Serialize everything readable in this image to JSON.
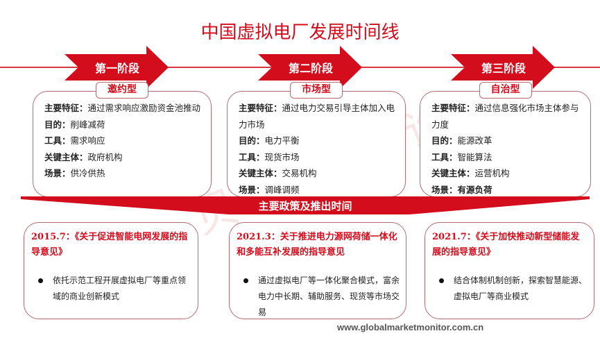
{
  "title": "中国虚拟电厂发展时间线",
  "stages": [
    {
      "name": "第一阶段",
      "type": "邀约型",
      "rows": [
        {
          "label": "主要特征：",
          "value": "通过需求响应激励资金池推动"
        },
        {
          "label": "目的：",
          "value": "削峰减荷"
        },
        {
          "label": "工具：",
          "value": "需求响应"
        },
        {
          "label": "关键主体：",
          "value": "政府机构"
        },
        {
          "label": "场景：",
          "value": "供冷供热"
        }
      ]
    },
    {
      "name": "第二阶段",
      "type": "市场型",
      "rows": [
        {
          "label": "主要特征：",
          "value": "通过电力交易引导主体加入电力市场"
        },
        {
          "label": "目的：",
          "value": "电力平衡"
        },
        {
          "label": "工具：",
          "value": "现货市场"
        },
        {
          "label": "关键主体：",
          "value": "交易机构"
        },
        {
          "label": "场景：",
          "value": "调峰调频"
        }
      ]
    },
    {
      "name": "第三阶段",
      "type": "自治型",
      "rows": [
        {
          "label": "主要特征：",
          "value": "通过信息强化市场主体参与力度"
        },
        {
          "label": "目的：",
          "value": "能源改革"
        },
        {
          "label": "工具：",
          "value": "智能算法"
        },
        {
          "label": "关键主体：",
          "value": "运营机构"
        },
        {
          "label": "场景：",
          "value": "有源负荷"
        }
      ]
    }
  ],
  "banner": "主要政策及推出时间",
  "policies": [
    {
      "title": "2015.7：《关于促进智能电网发展的指导意见》",
      "body": "依托示范工程开展虚拟电厂等重点领域的商业创新模式"
    },
    {
      "title": "2021.3：关于推进电力源网荷储一体化和多能互补发展的指导意见",
      "body": "通过虚拟电厂等一体化聚合模式，富余电力中长期、辅助服务、现货等市场交易"
    },
    {
      "title": "2021.7：《关于加快推动新型储能发展的指导意见》",
      "body": "结合体制机制创新，探索智慧能源、虚拟电厂等商业模式"
    }
  ],
  "watermark": "贝哲斯咨询",
  "url": "www.globalmarketmonitor.com.cn",
  "colors": {
    "accent": "#d40d1c",
    "border": "#b56a70"
  }
}
